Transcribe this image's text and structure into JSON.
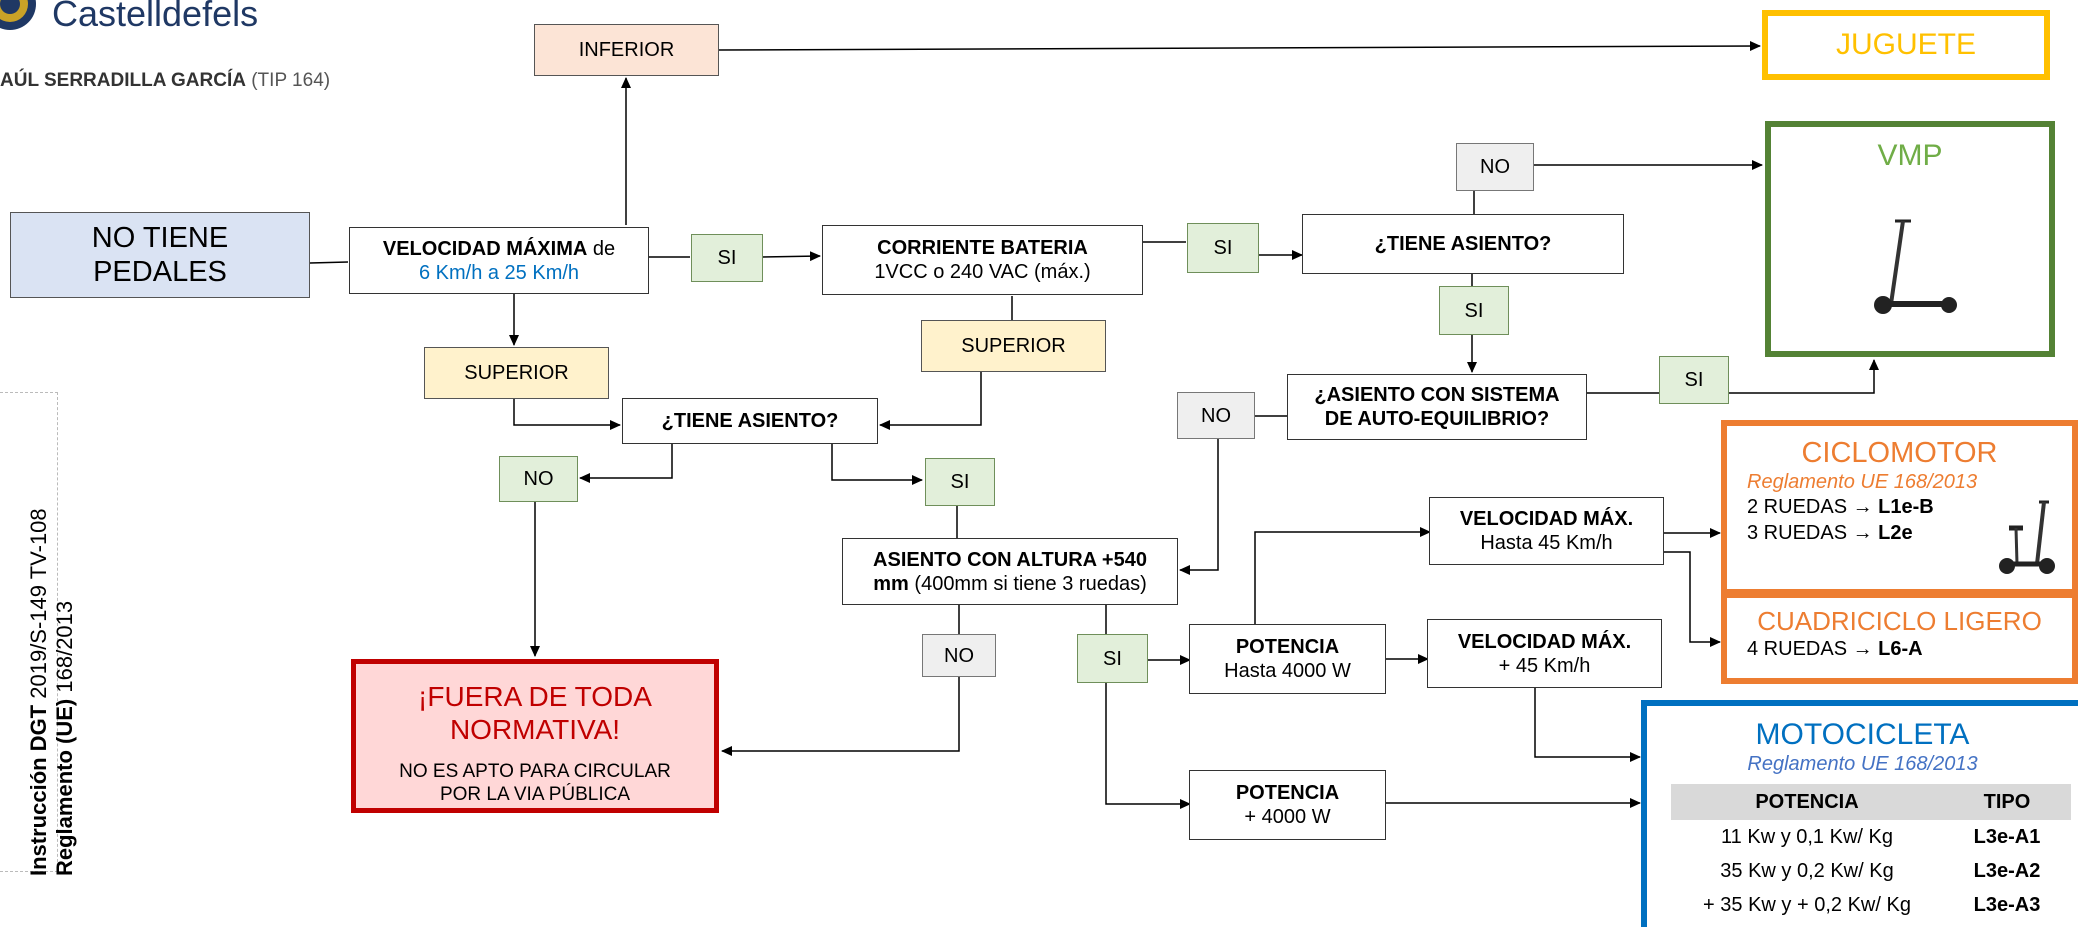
{
  "header": {
    "logo_text": "Castelldefels",
    "author": "AÚL SERRADILLA GARCÍA",
    "tip": "(TIP 164)"
  },
  "sidebar": {
    "line1_prefix": "Instrucción DGT",
    "line1_rest": "2019/S-149 TV-108",
    "line2_bold": "Reglamento (UE)",
    "line2_rest": "168/2013"
  },
  "nodes": {
    "no_pedales": "NO TIENE\nPEDALES",
    "vel_max_bold": "VELOCIDAD MÁXIMA",
    "vel_max_de": "de",
    "vel_max_range": "6 Km/h a 25 Km/h",
    "inferior": "INFERIOR",
    "superior_left": "SUPERIOR",
    "si_1": "SI",
    "corriente_title": "CORRIENTE BATERIA",
    "corriente_sub": "1VCC o 240 VAC (máx.)",
    "superior_right": "SUPERIOR",
    "tiene_asiento_center": "¿TIENE ASIENTO?",
    "no_left": "NO",
    "si_center": "SI",
    "si_2": "SI",
    "no_top": "NO",
    "tiene_asiento_right": "¿TIENE ASIENTO?",
    "si_right": "SI",
    "asiento_auto_line1": "¿ASIENTO CON SISTEMA",
    "asiento_auto_line2": "DE AUTO-EQUILIBRIO?",
    "no_mid": "NO",
    "si_vmp": "SI",
    "asiento_altura_bold": "ASIENTO CON ALTURA +540",
    "asiento_altura_mm": "mm",
    "asiento_altura_rest": "(400mm si tiene 3 ruedas)",
    "no_bottom": "NO",
    "si_bottom": "SI",
    "potencia_4000_title": "POTENCIA",
    "potencia_4000_sub": "Hasta 4000 W",
    "vel_45_title": "VELOCIDAD MÁX.",
    "vel_45_sub": "Hasta 45 Km/h",
    "vel_45plus_title": "VELOCIDAD MÁX.",
    "vel_45plus_sub": "+ 45 Km/h",
    "potencia_plus_title": "POTENCIA",
    "potencia_plus_sub": "+ 4000 W"
  },
  "results": {
    "juguete": "JUGUETE",
    "vmp": "VMP",
    "fuera_title_1": "¡FUERA DE TODA",
    "fuera_title_2": "NORMATIVA!",
    "fuera_sub_1": "NO ES APTO PARA CIRCULAR",
    "fuera_sub_2": "POR LA VIA PÚBLICA",
    "ciclomotor": "CICLOMOTOR",
    "ciclomotor_reg": "Reglamento UE 168/2013",
    "ciclomotor_rows": [
      {
        "label": "2 RUEDAS →",
        "code": "L1e-B"
      },
      {
        "label": "3 RUEDAS →",
        "code": "L2e"
      }
    ],
    "cuadriciclo": "CUADRICICLO LIGERO",
    "cuadriciclo_row_label": "4 RUEDAS →",
    "cuadriciclo_row_code": "L6-A",
    "motocicleta": "MOTOCICLETA",
    "motocicleta_reg": "Reglamento UE 168/2013",
    "moto_headers": [
      "POTENCIA",
      "TIPO"
    ],
    "moto_rows": [
      {
        "potencia": "11 Kw y 0,1 Kw/ Kg",
        "tipo": "L3e-A1"
      },
      {
        "potencia": "35 Kw y 0,2 Kw/ Kg",
        "tipo": "L3e-A2"
      },
      {
        "potencia": "+ 35 Kw y + 0,2 Kw/ Kg",
        "tipo": "L3e-A3"
      }
    ]
  },
  "colors": {
    "juguete": "#ffc000",
    "vmp": "#548235",
    "fuera": "#c00000",
    "ciclomotor": "#ed7d31",
    "moto": "#0070c0",
    "link_blue": "#0070c0"
  },
  "icons": [
    "police-shield-icon",
    "scooter-icon",
    "seated-scooter-icon"
  ]
}
